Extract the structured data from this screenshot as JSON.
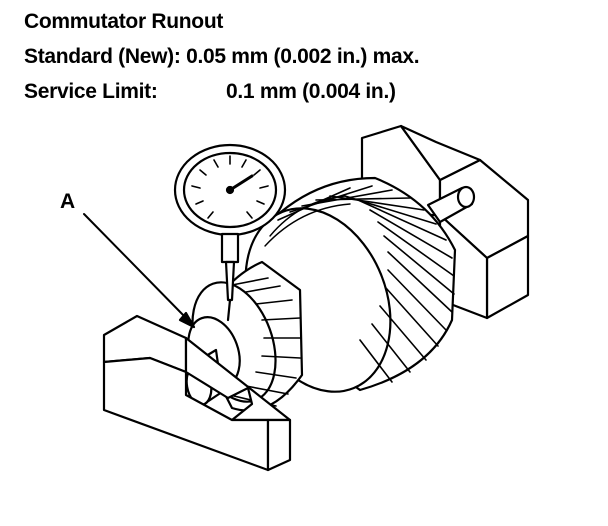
{
  "header": {
    "title": "Commutator Runout",
    "standard_label": "Standard (New):",
    "standard_value": "0.05 mm (0.002 in.) max.",
    "limit_label": "Service Limit:",
    "limit_value": "0.1 mm (0.004 in.)"
  },
  "diagram": {
    "callout_a": "A"
  }
}
